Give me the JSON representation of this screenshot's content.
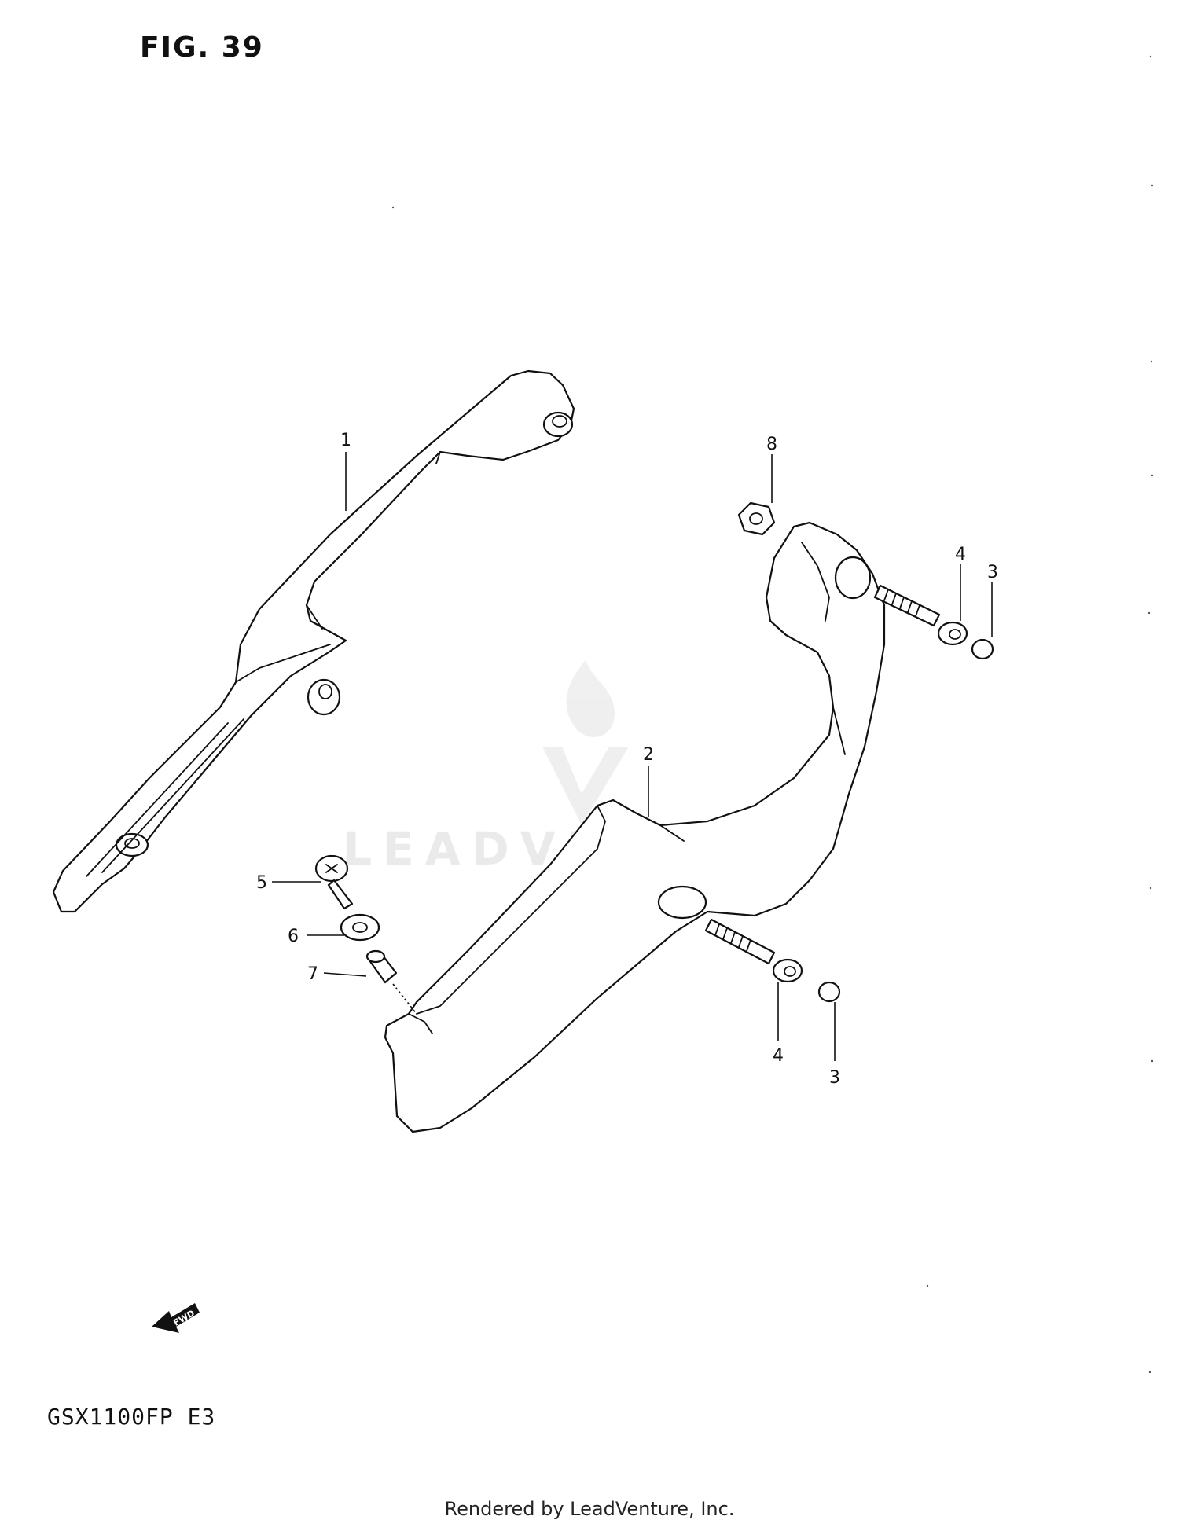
{
  "figure": {
    "title": "FIG. 39"
  },
  "model_code": "GSX1100FP  E3",
  "watermark": "LEADVENTURE",
  "footer": "Rendered by LeadVenture, Inc.",
  "fwd_label": "FWD",
  "callouts": [
    "1",
    "2",
    "3",
    "3",
    "4",
    "4",
    "5",
    "6",
    "7",
    "8"
  ]
}
